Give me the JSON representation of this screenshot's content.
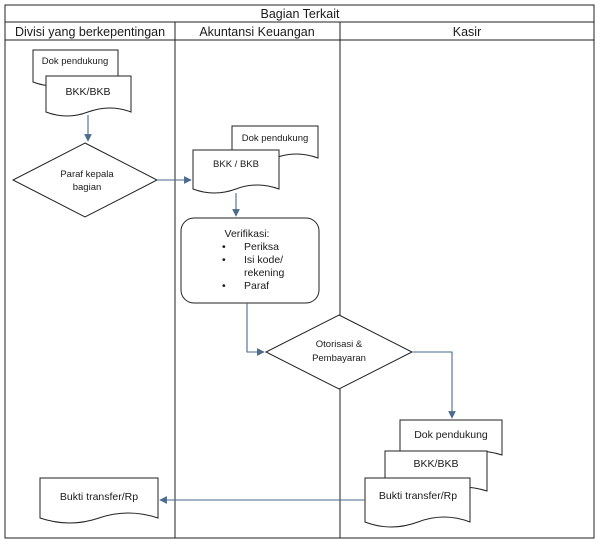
{
  "header": {
    "title": "Bagian Terkait",
    "lanes": [
      "Divisi yang berkepentingan",
      "Akuntansi Keuangan",
      "Kasir"
    ]
  },
  "lane1": {
    "doc_back": "Dok pendukung",
    "doc_front": "BKK/BKB",
    "decision_line1": "Paraf kepala",
    "decision_line2": "bagian",
    "bottom_doc": "Bukti transfer/Rp"
  },
  "lane2": {
    "doc_back": "Dok pendukung",
    "doc_front": "BKK / BKB",
    "process_title": "Verifikasi:",
    "process_items": [
      "Periksa",
      "Isi kode/",
      "rekening",
      "Paraf"
    ],
    "bullet": "•",
    "decision_line1": "Otorisasi &",
    "decision_line2": "Pembayaran"
  },
  "lane3": {
    "doc_top": "Dok pendukung",
    "doc_mid": "BKK/BKB",
    "doc_front": "Bukti transfer/Rp"
  },
  "colors": {
    "line": "#222222",
    "arrow": "#4a6a8e",
    "fill": "#ffffff"
  }
}
